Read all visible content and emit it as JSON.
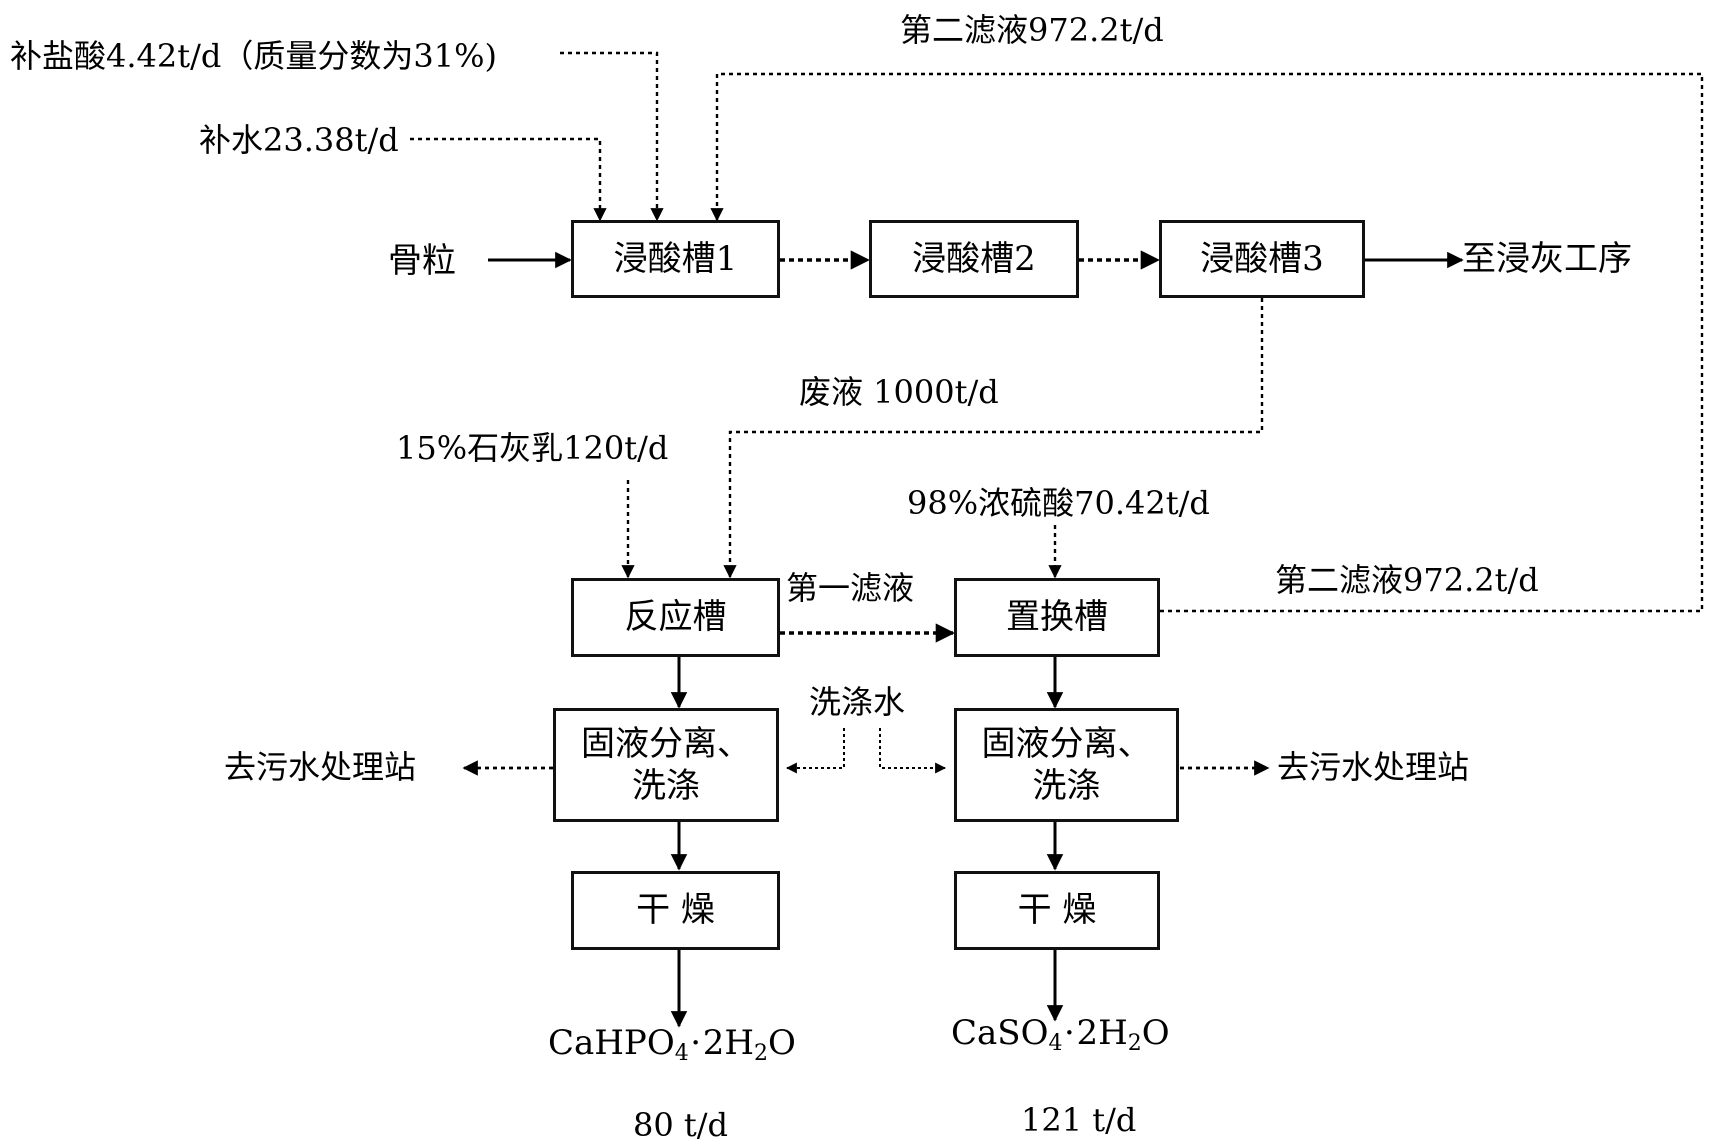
{
  "inputs": {
    "hcl": "补盐酸4.42t/d（质量分数为31%)",
    "water": "补水23.38t/d",
    "bone": "骨粒",
    "lime": "15%石灰乳120t/d",
    "sulfuric": "98%浓硫酸70.42t/d"
  },
  "flows": {
    "second_filtrate_top": "第二滤液972.2t/d",
    "second_filtrate_right": "第二滤液972.2t/d",
    "waste_liquid": "废液 1000t/d",
    "first_filtrate": "第一滤液",
    "wash_water": "洗涤水"
  },
  "boxes": {
    "tank1": "浸酸槽1",
    "tank2": "浸酸槽2",
    "tank3": "浸酸槽3",
    "reactor": "反应槽",
    "replacer": "置换槽",
    "sep_wash_left_line1": "固液分离、",
    "sep_wash_left_line2": "洗涤",
    "sep_wash_right_line1": "固液分离、",
    "sep_wash_right_line2": "洗涤",
    "dry_left": "干 燥",
    "dry_right": "干 燥"
  },
  "outputs": {
    "to_liming": "至浸灰工序",
    "to_sewage_left": "去污水处理站",
    "to_sewage_right": "去污水处理站",
    "product_left": {
      "p1": "CaHPO",
      "s1": "4",
      "dot": "·",
      "p2": "2H",
      "s2": "2",
      "p3": "O",
      "rate": "80 t/d"
    },
    "product_right": {
      "p1": "CaSO",
      "s1": "4",
      "dot": "·",
      "p2": "2H",
      "s2": "2",
      "p3": "O",
      "rate": "121 t/d"
    }
  }
}
